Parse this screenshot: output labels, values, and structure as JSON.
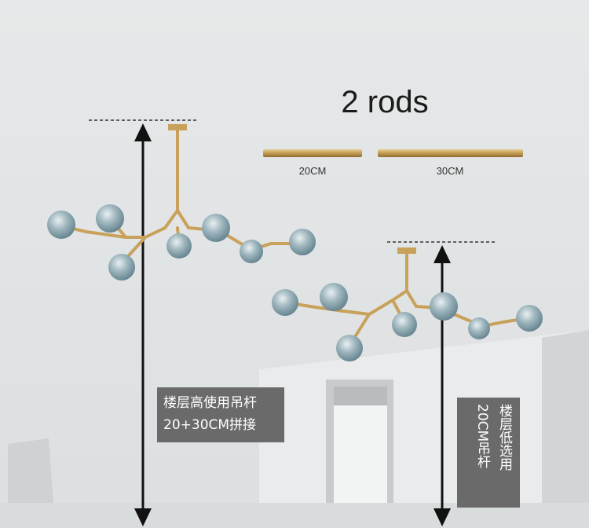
{
  "title": "2 rods",
  "rods": [
    {
      "label": "20CM"
    },
    {
      "label": "30CM"
    }
  ],
  "notes": {
    "high_floor": {
      "line1": "楼层高使用吊杆",
      "line2": "20+30CM拼接"
    },
    "low_floor": {
      "line1": "楼层低选用",
      "line2": "20CM吊杆"
    }
  },
  "colors": {
    "wall": "#e3e5e6",
    "ceiling": "#d6d8d9",
    "brass": "#c8a15a",
    "glass": "#7d98a3",
    "label_box": "#6a6a6a",
    "arrow": "#111111"
  }
}
